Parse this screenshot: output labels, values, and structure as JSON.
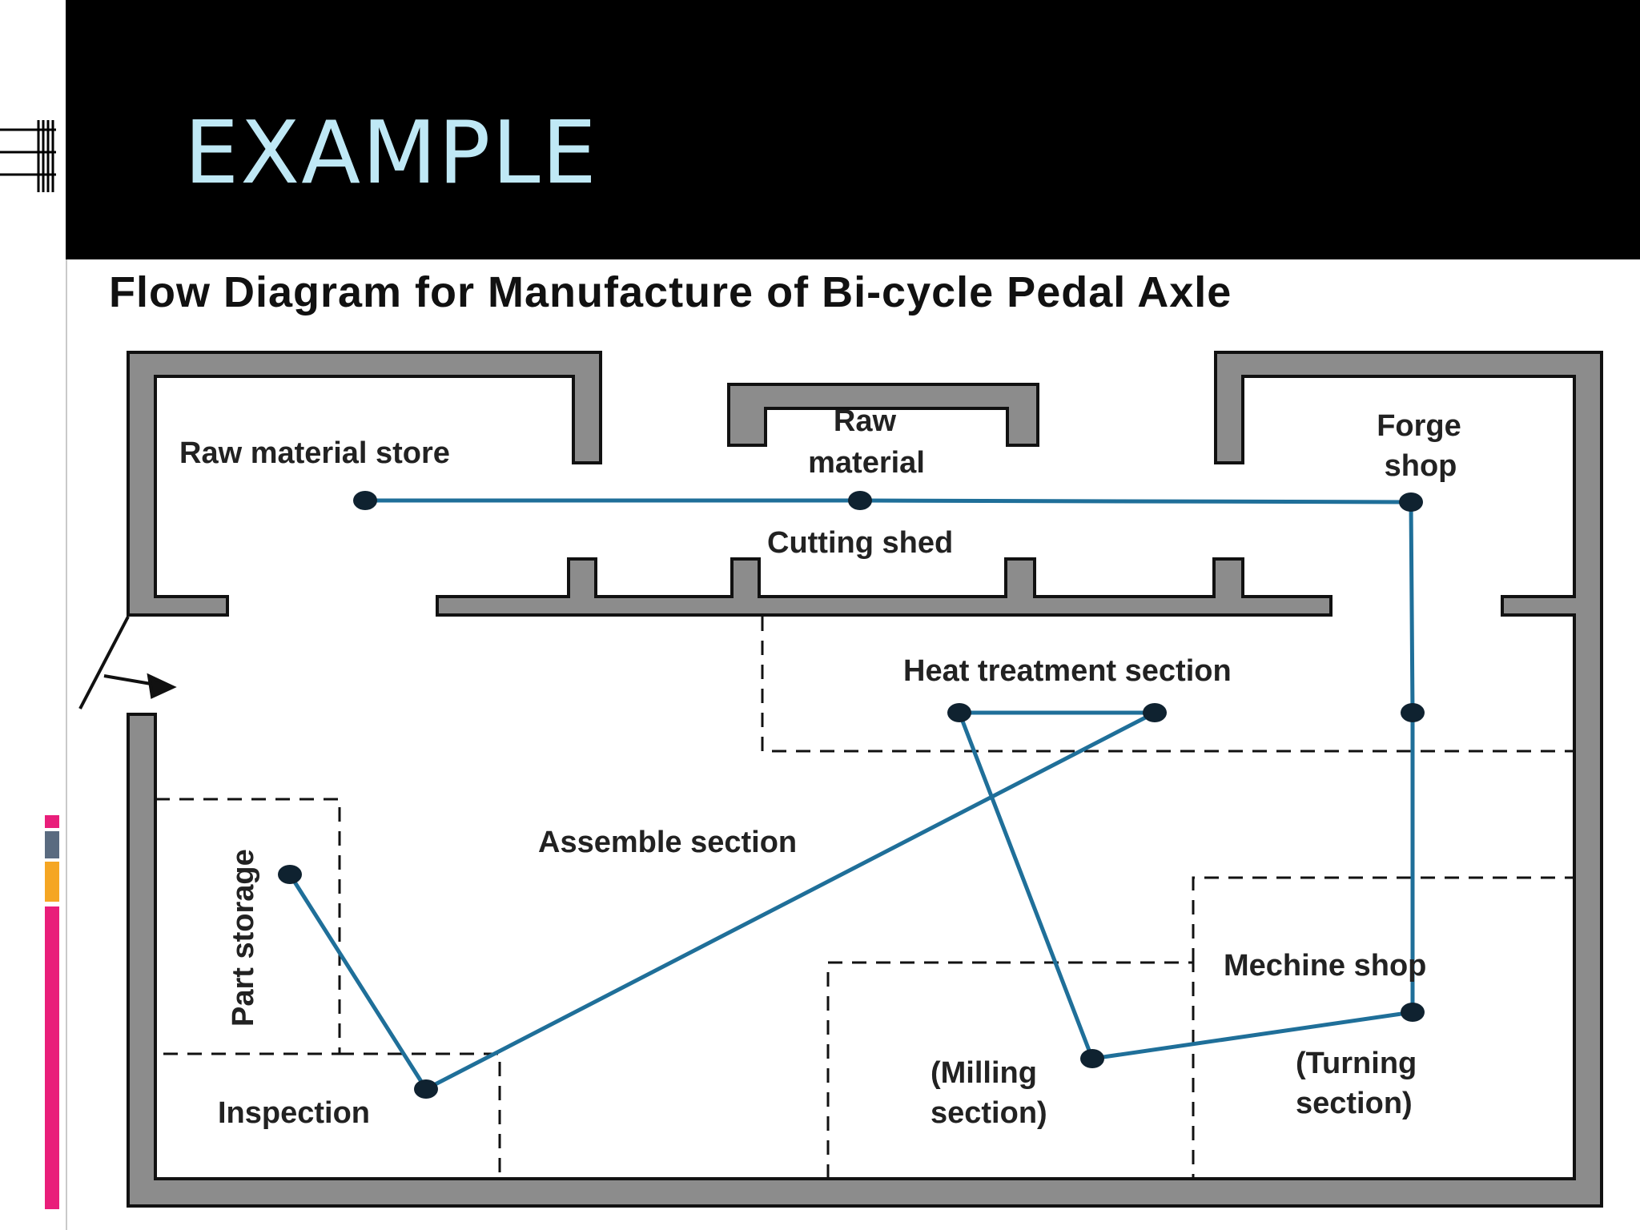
{
  "slide": {
    "title": "EXAMPLE"
  },
  "diagram": {
    "title": "Flow Diagram for Manufacture of Bi-cycle Pedal Axle",
    "labels": {
      "raw_material_store": "Raw material store",
      "raw_material_line1": "Raw",
      "raw_material_line2": "material",
      "forge_shop_line1": "Forge",
      "forge_shop_line2": "shop",
      "cutting_shed": "Cutting shed",
      "heat_treatment": "Heat treatment section",
      "assemble_section": "Assemble section",
      "part_storage": "Part storage",
      "mechine_shop": "Mechine shop",
      "milling_line1": "(Milling",
      "milling_line2": "section)",
      "turning_line1": "(Turning",
      "turning_line2": "section)",
      "inspection": "Inspection"
    }
  },
  "colors": {
    "header_bg": "#000000",
    "title_color": "#bfe8f5",
    "flow_line": "#1f6f99",
    "wall_fill": "#8c8c8c",
    "accent_pink": "#e91e7a",
    "accent_orange": "#f5a623",
    "accent_slate": "#5a6b80"
  }
}
